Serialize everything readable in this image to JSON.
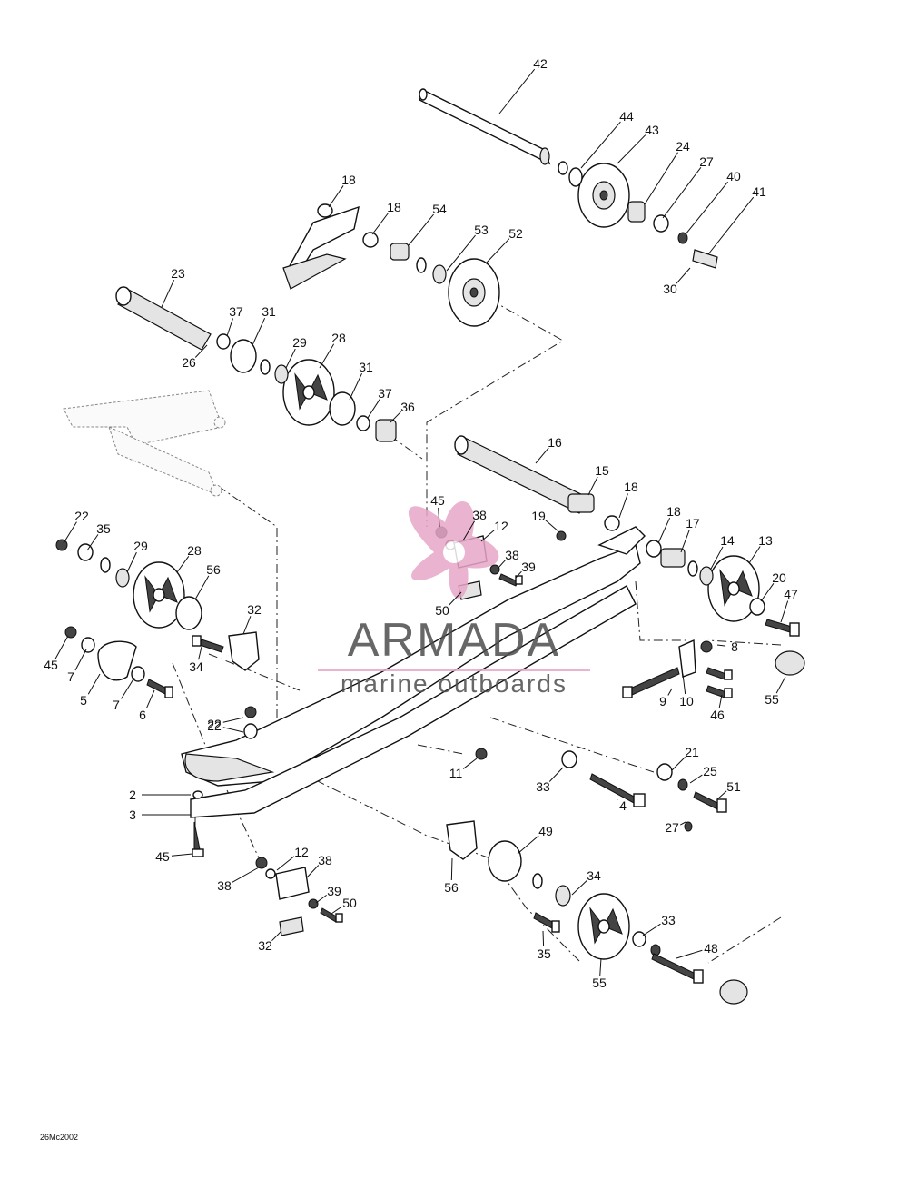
{
  "watermark": {
    "brand": "ARMADA",
    "tagline": "marine outboards",
    "logo_color": "#e7a6c7"
  },
  "diagram_code": "26Mc2002",
  "callouts": [
    "42",
    "44",
    "43",
    "24",
    "27",
    "40",
    "41",
    "30",
    "18",
    "18",
    "54",
    "53",
    "52",
    "23",
    "37",
    "31",
    "29",
    "28",
    "26",
    "31",
    "37",
    "36",
    "16",
    "15",
    "18",
    "19",
    "18",
    "17",
    "14",
    "13",
    "20",
    "47",
    "55",
    "45",
    "38",
    "12",
    "38",
    "39",
    "50",
    "22",
    "35",
    "29",
    "28",
    "56",
    "45",
    "7",
    "5",
    "7",
    "6",
    "32",
    "34",
    "22",
    "22",
    "11",
    "8",
    "10",
    "9",
    "46",
    "21",
    "25",
    "51",
    "27",
    "33",
    "4",
    "2",
    "3",
    "45",
    "38",
    "12",
    "38",
    "39",
    "50",
    "32",
    "56",
    "49",
    "34",
    "35",
    "33",
    "48",
    "55"
  ]
}
